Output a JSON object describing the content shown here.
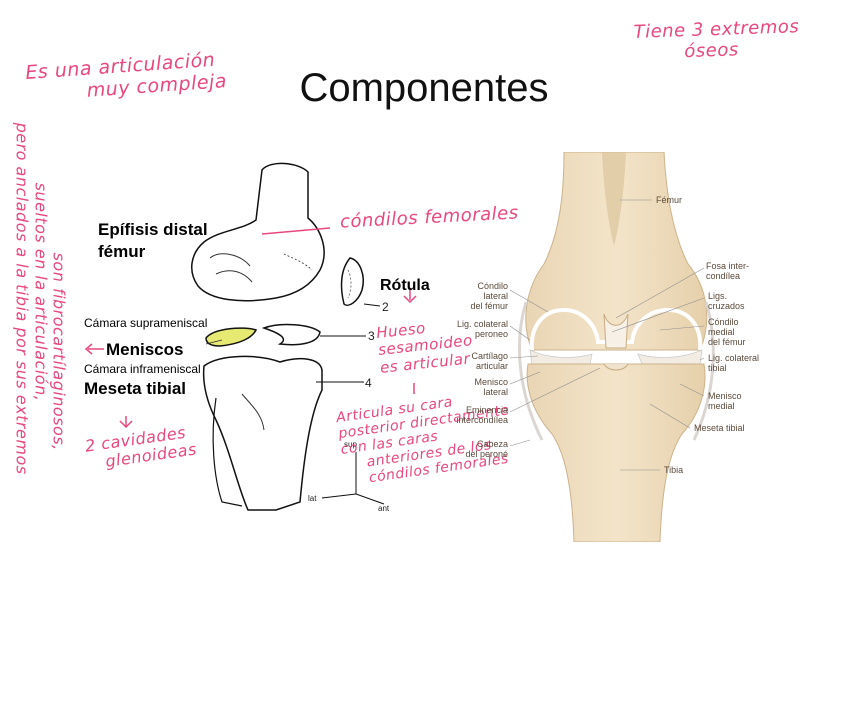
{
  "slide": {
    "title": "Componentes"
  },
  "notes": {
    "top_left": [
      "Es una articulación",
      "muy compleja"
    ],
    "top_right": [
      "Tiene 3 extremos",
      "óseos"
    ],
    "left_vertical": [
      "son fibrocartílaginosos,",
      "sueltos en la articulación,",
      "pero anclados a la tibia por sus extremos"
    ],
    "condilos": "cóndilos femorales",
    "hueso": [
      "Hueso",
      "sesamoideo",
      "es articular"
    ],
    "articula": [
      "Articula su cara",
      "posterior directamente",
      "con las caras",
      "anteriores de los",
      "cóndilos femorales"
    ],
    "cavidades": [
      "2 cavidades",
      "glenoideas"
    ]
  },
  "left_figure": {
    "epifisis": [
      "Epífisis distal",
      "fémur"
    ],
    "rotula": "Rótula",
    "camara_supra": "Cámara suprameniscal",
    "meniscos": "Meniscos",
    "camara_infra": "Cámara inframeniscal",
    "meseta": "Meseta tibial",
    "numbers": [
      "2",
      "3",
      "4"
    ],
    "axes": {
      "sup": "sup",
      "lat": "lat",
      "ant": "ant"
    }
  },
  "right_figure": {
    "labels": {
      "femur": "Fémur",
      "fosa": [
        "Fosa inter-",
        "condílea"
      ],
      "ligs": [
        "Ligs.",
        "cruzados"
      ],
      "condilo_medial": [
        "Cóndilo",
        "medial",
        "del fémur"
      ],
      "lig_col_tibial": [
        "Lig. colateral",
        "tibial"
      ],
      "menisco_medial": [
        "Menisco",
        "medial"
      ],
      "meseta": "Meseta tibial",
      "tibia": "Tibia",
      "condilo_lateral": [
        "Cóndilo",
        "lateral",
        "del fémur"
      ],
      "lig_col_peroneo": [
        "Lig. colateral",
        "peroneo"
      ],
      "cart_art": [
        "Cartílago",
        "articular"
      ],
      "menisco_lateral": [
        "Menisco",
        "lateral"
      ],
      "eminencia": [
        "Eminencia",
        "intercondílea"
      ],
      "cabeza": [
        "Cabeza",
        "del peroné"
      ]
    }
  }
}
